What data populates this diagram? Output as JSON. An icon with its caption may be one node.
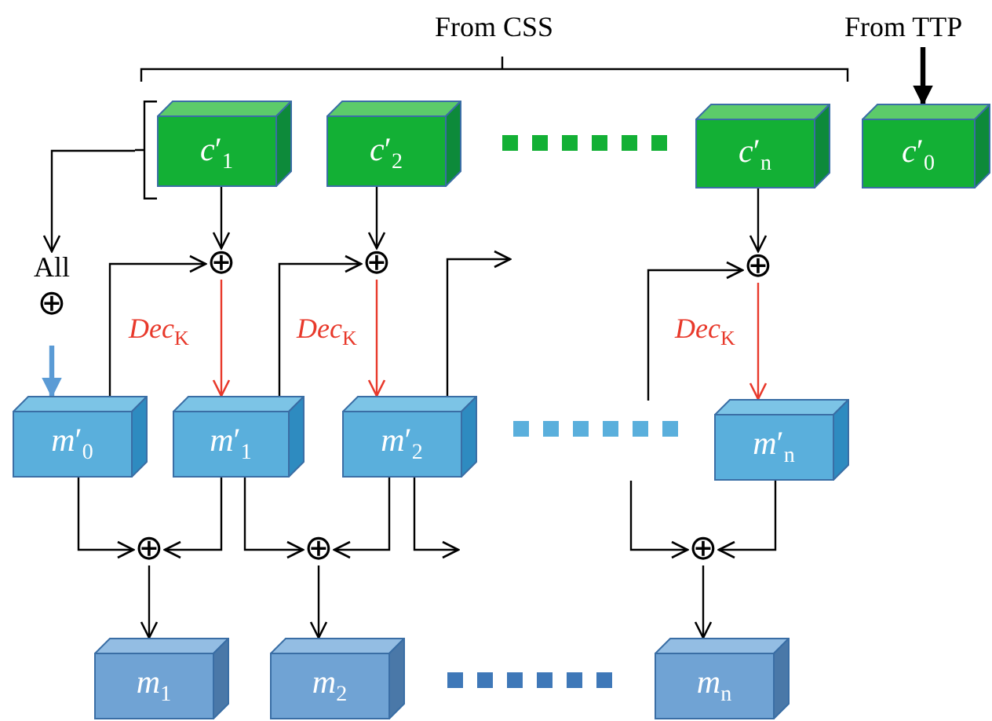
{
  "diagram": {
    "nodes": [
      {
        "text": [
          "*c*′$_{1}$"
        ]
      },
      {
        "text": [
          "*c*′$_{2}$"
        ]
      },
      {
        "text": [
          "*c*′$_{n}$"
        ]
      },
      {
        "text": [
          "*c*′$_{0}$"
        ]
      },
      {
        "text": [
          "From TTP"
        ]
      },
      {
        "text": [
          "All",
          "⊕"
        ]
      },
      {
        "text": [
          "⊕"
        ]
      },
      {
        "text": [
          "⊕"
        ]
      },
      {
        "text": [
          "⊕"
        ]
      },
      {
        "text": [
          "*m*′$_{0}$"
        ]
      },
      {
        "text": [
          "*m*′$_{1}$"
        ]
      },
      {
        "text": [
          "*m*′$_{2}$"
        ]
      },
      {
        "text": [
          "*m*′$_{n}$"
        ]
      },
      {
        "text": [
          "⊕"
        ]
      },
      {
        "text": [
          "⊕"
        ]
      },
      {
        "text": [
          "⊕"
        ]
      },
      {
        "text": [
          "*m*$_{1}$"
        ]
      },
      {
        "text": [
          "*m*$_{2}$"
        ]
      },
      {
        "text": [
          "*m*$_{n}$"
        ]
      },
      {
        "text": [],
        "shape": "bracket"
      }
    ],
    "edges": [
      {
        "from": 4,
        "to": 3,
        "arrow": "to",
        "style": "thick"
      },
      {
        "from": 19,
        "to": 5,
        "arrow": "to"
      },
      {
        "from": 5,
        "to": 9,
        "arrow": "to",
        "style": "thick",
        "color": "#5b9bd5"
      },
      {
        "from": 0,
        "to": 6,
        "arrow": "to"
      },
      {
        "from": 1,
        "to": 7,
        "arrow": "to"
      },
      {
        "from": 2,
        "to": 8,
        "arrow": "to"
      },
      {
        "from": 6,
        "to": 10,
        "arrow": "to",
        "label": "*Dec*$_{K}$",
        "color": "#e8392b"
      },
      {
        "from": 7,
        "to": 11,
        "arrow": "to",
        "label": "*Dec*$_{K}$",
        "color": "#e8392b"
      },
      {
        "from": 8,
        "to": 12,
        "arrow": "to",
        "label": "*Dec*$_{K}$",
        "color": "#e8392b"
      },
      {
        "from": 9,
        "to": 6,
        "arrow": "to"
      },
      {
        "from": 10,
        "to": 7,
        "arrow": "to"
      },
      {
        "from": 11,
        "to": null,
        "arrow": "to"
      },
      {
        "from": null,
        "to": 8,
        "arrow": "to"
      },
      {
        "from": 9,
        "to": 13,
        "arrow": "to"
      },
      {
        "from": 10,
        "to": 13,
        "arrow": "to"
      },
      {
        "from": 10,
        "to": 14,
        "arrow": "to"
      },
      {
        "from": 11,
        "to": 14,
        "arrow": "to"
      },
      {
        "from": 11,
        "to": null,
        "arrow": "to"
      },
      {
        "from": null,
        "to": 15,
        "arrow": "to"
      },
      {
        "from": 12,
        "to": 15,
        "arrow": "to"
      },
      {
        "from": 13,
        "to": 16,
        "arrow": "to"
      },
      {
        "from": 14,
        "to": 17,
        "arrow": "to"
      },
      {
        "from": 15,
        "to": 18,
        "arrow": "to"
      }
    ],
    "labels": [
      "From CSS"
    ]
  }
}
